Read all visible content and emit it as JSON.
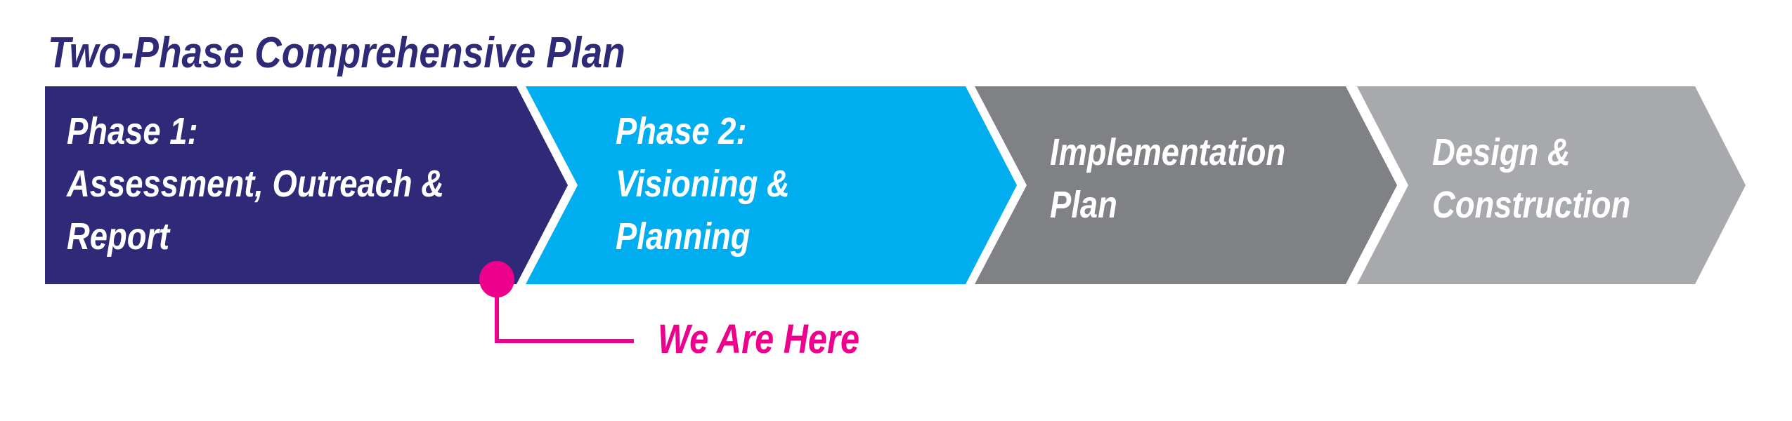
{
  "title": "Two-Phase Comprehensive Plan",
  "colors": {
    "title": "#2E2A78",
    "phase1": "#2E2A78",
    "phase2": "#00AEEF",
    "implementation": "#808184",
    "design": "#A7A9AC",
    "marker": "#EC008C",
    "label_text": "#FFFFFF"
  },
  "steps": [
    {
      "lines": [
        "Phase 1:",
        "Assessment, Outreach &",
        "Report"
      ],
      "color": "#2E2A78",
      "current": true
    },
    {
      "lines": [
        "Phase 2:",
        "Visioning &",
        "Planning"
      ],
      "color": "#00AEEF",
      "current": false
    },
    {
      "lines": [
        "Implementation",
        "Plan"
      ],
      "color": "#808184",
      "current": false
    },
    {
      "lines": [
        "Design &",
        "Construction"
      ],
      "color": "#A7A9AC",
      "current": false
    }
  ],
  "marker": {
    "label": "We Are Here",
    "icon": "location-dot-icon"
  }
}
